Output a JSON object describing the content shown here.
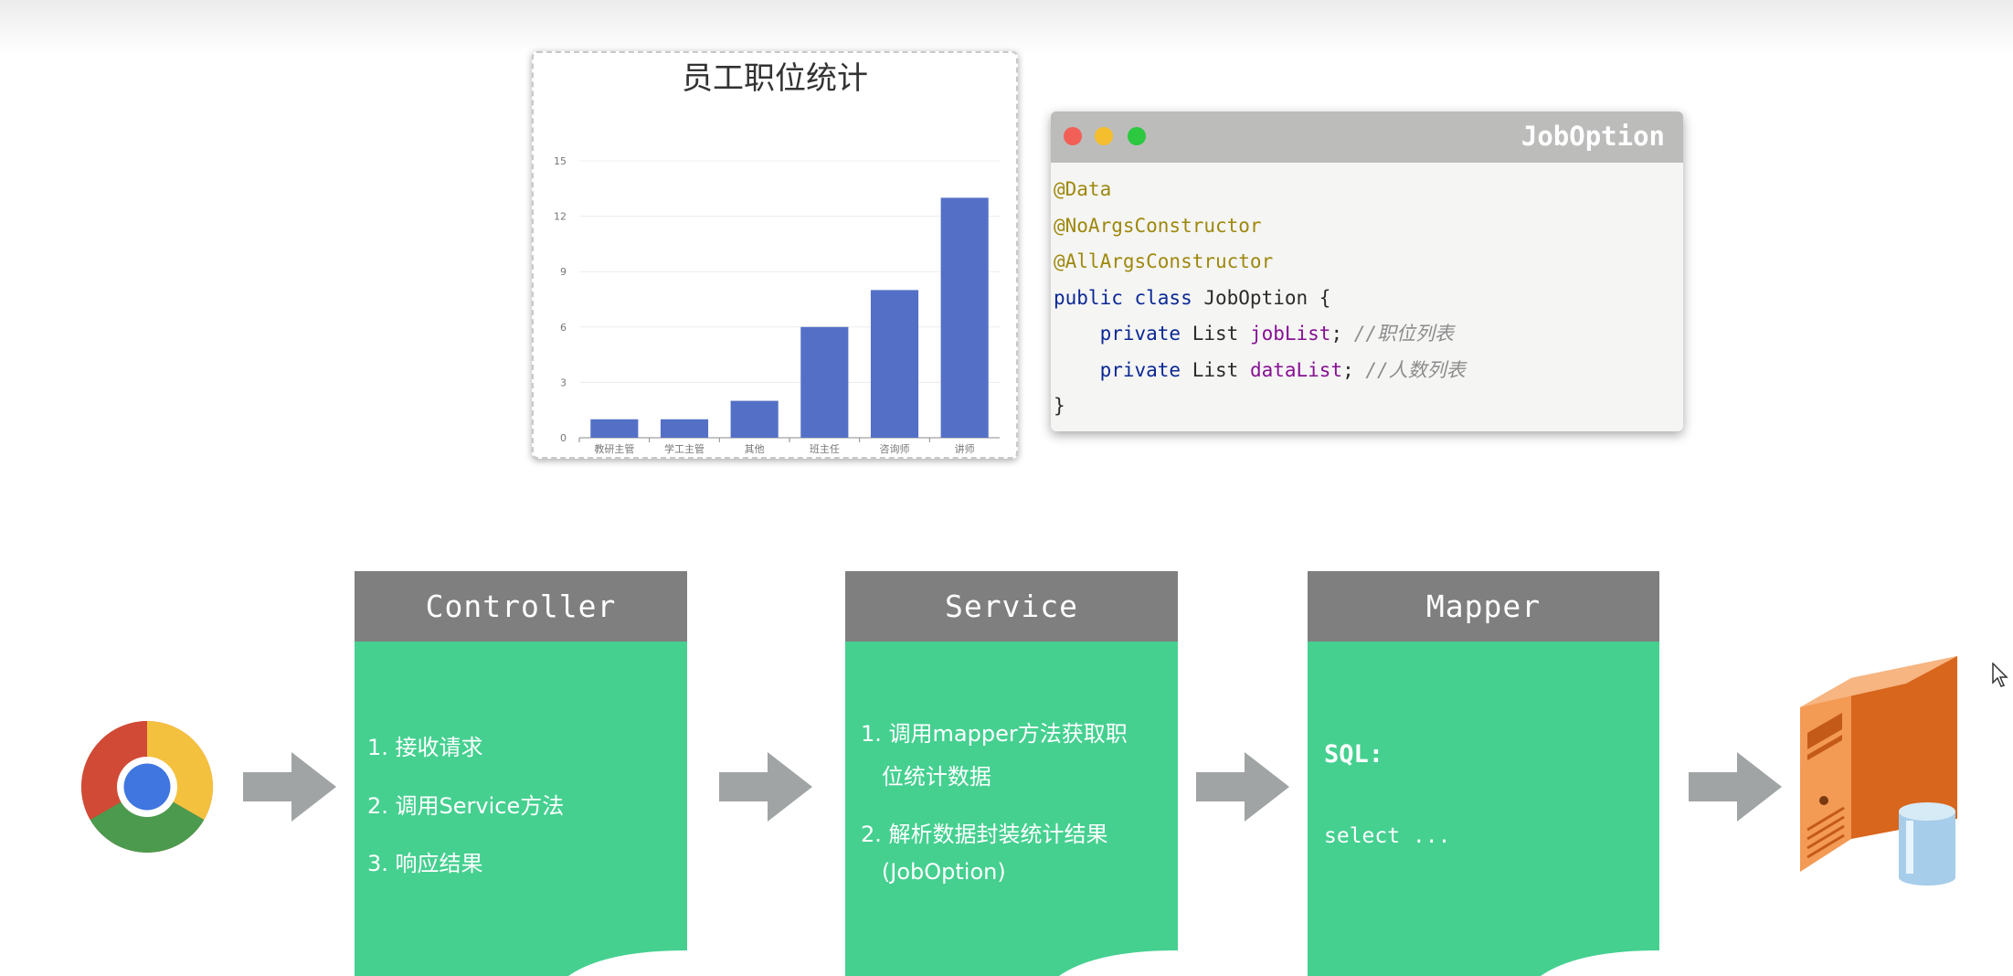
{
  "chart_data": {
    "type": "bar",
    "title": "员工职位统计",
    "categories": [
      "教研主管",
      "学工主管",
      "其他",
      "班主任",
      "咨询师",
      "讲师"
    ],
    "values": [
      1,
      1,
      2,
      6,
      8,
      13
    ],
    "yticks": [
      0,
      3,
      6,
      9,
      12,
      15
    ],
    "ylim": [
      0,
      15
    ],
    "grid": true,
    "bar_color": "#5470c6"
  },
  "code_window": {
    "title": "JobOption",
    "lines": {
      "ann1": "@Data",
      "ann2": "@NoArgsConstructor",
      "ann3": "@AllArgsConstructor",
      "l4_kw": "public class",
      "l4_rest": " JobOption {",
      "l5_kw": "private",
      "l5_type": " List ",
      "l5_field": "jobList",
      "l5_semi": "; ",
      "l5_comment": "//职位列表",
      "l6_kw": "private",
      "l6_type": " List ",
      "l6_field": "dataList",
      "l6_semi": "; ",
      "l6_comment": "//人数列表",
      "l7": "}"
    }
  },
  "flow": {
    "controller": {
      "title": "Controller",
      "items": [
        "1. 接收请求",
        "2. 调用Service方法",
        "3. 响应结果"
      ]
    },
    "service": {
      "title": "Service",
      "items": [
        "1. 调用mapper方法获取职",
        "   位统计数据",
        "2. 解析数据封装统计结果",
        "   (JobOption)"
      ]
    },
    "mapper": {
      "title": "Mapper",
      "sql_label": "SQL:",
      "sql_text": "select ..."
    }
  },
  "colors": {
    "stage_header": "#7f7f7f",
    "stage_body": "#45d090",
    "arrow": "#a0a4a4"
  },
  "icons": {
    "browser": "chrome-icon",
    "database": "database-server-icon",
    "flow_arrow": "arrow-right-icon",
    "cursor": "mouse-cursor-icon"
  }
}
